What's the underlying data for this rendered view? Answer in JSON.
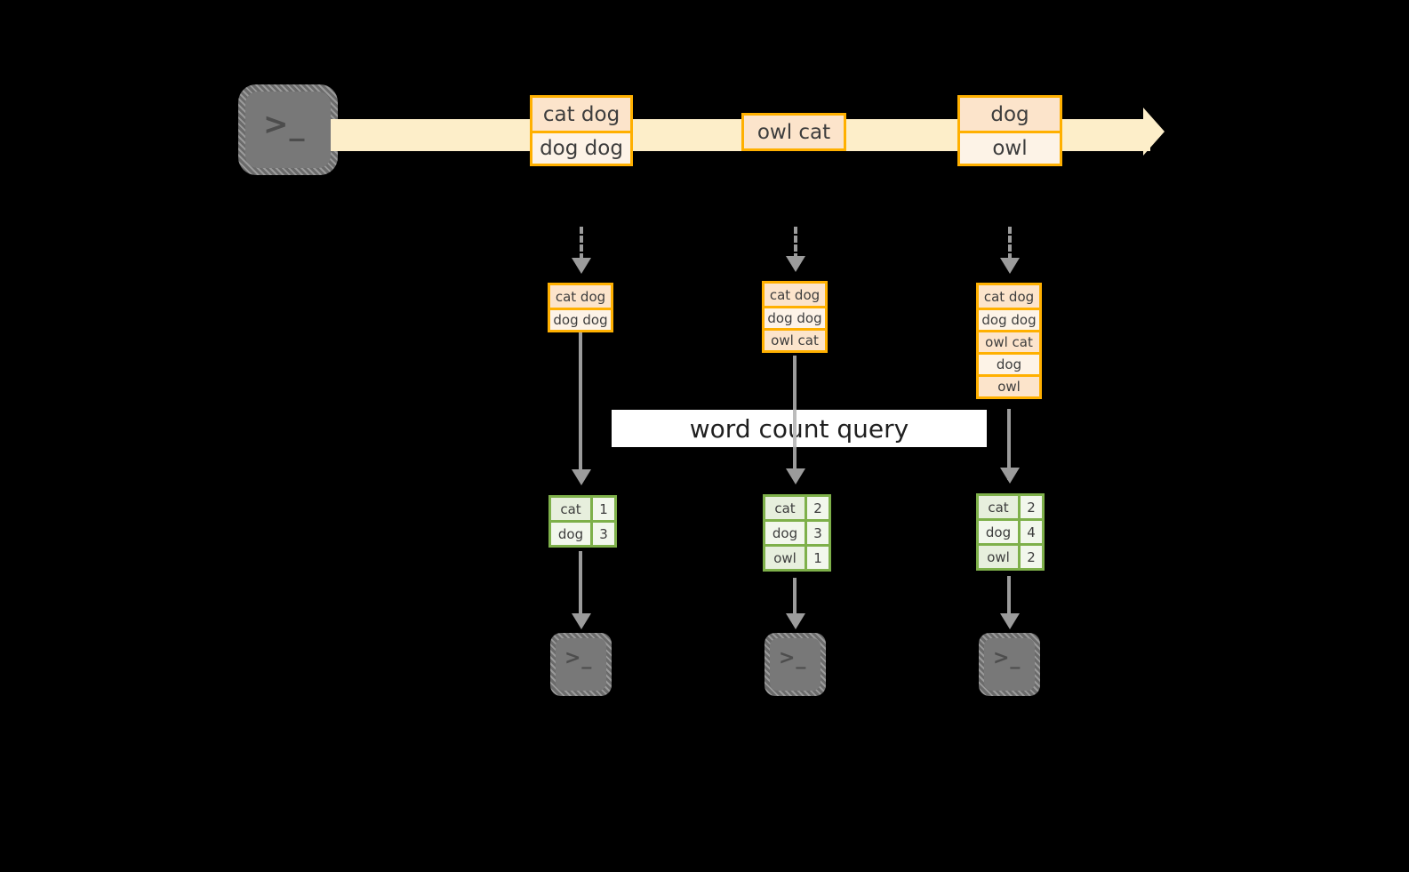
{
  "diagram": {
    "title": "word count query",
    "colors": {
      "background": "#000000",
      "stream_fill": "#fdeec9",
      "message_border": "#ffb000",
      "message_fill_shade": "#fce4cb",
      "message_fill_light": "#fdf3e7",
      "result_border": "#7eb04a",
      "result_fill": "#e7efdd",
      "connector": "#9b9b9b",
      "terminal_fill": "#787878",
      "banner_fill": "#ffffff"
    },
    "source_terminal": {
      "icon": "terminal-prompt-icon",
      "glyph": ">_"
    },
    "stream": {
      "icon": "stream-arrow-icon",
      "messages": [
        {
          "lines": [
            "cat dog",
            "dog dog"
          ]
        },
        {
          "lines": [
            "owl cat"
          ]
        },
        {
          "lines": [
            "dog",
            "owl"
          ]
        }
      ]
    },
    "columns": [
      {
        "state_lines": [
          "cat dog",
          "dog dog"
        ],
        "result": {
          "rows": [
            {
              "word": "cat",
              "count": "1"
            },
            {
              "word": "dog",
              "count": "3"
            }
          ]
        },
        "sink_terminal": {
          "icon": "terminal-prompt-icon",
          "glyph": ">_"
        }
      },
      {
        "state_lines": [
          "cat dog",
          "dog dog",
          "owl cat"
        ],
        "result": {
          "rows": [
            {
              "word": "cat",
              "count": "2"
            },
            {
              "word": "dog",
              "count": "3"
            },
            {
              "word": "owl",
              "count": "1"
            }
          ]
        },
        "sink_terminal": {
          "icon": "terminal-prompt-icon",
          "glyph": ">_"
        }
      },
      {
        "state_lines": [
          "cat dog",
          "dog dog",
          "owl cat",
          "dog",
          "owl"
        ],
        "result": {
          "rows": [
            {
              "word": "cat",
              "count": "2"
            },
            {
              "word": "dog",
              "count": "4"
            },
            {
              "word": "owl",
              "count": "2"
            }
          ]
        },
        "sink_terminal": {
          "icon": "terminal-prompt-icon",
          "glyph": ">_"
        }
      }
    ]
  }
}
